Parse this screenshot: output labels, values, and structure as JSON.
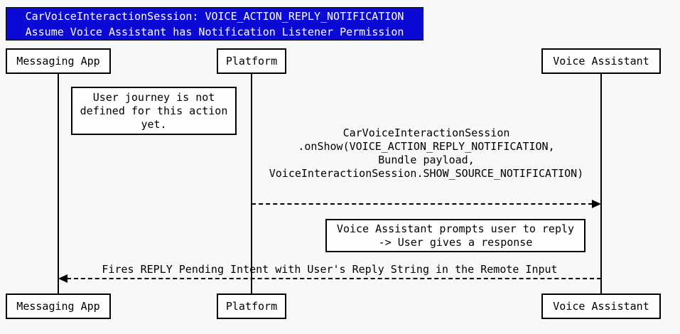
{
  "title": {
    "lines": [
      "CarVoiceInteractionSession: VOICE_ACTION_REPLY_NOTIFICATION",
      "Assume Voice Assistant has Notification Listener Permission"
    ]
  },
  "actors": {
    "messaging_app": "Messaging App",
    "platform": "Platform",
    "voice_assistant": "Voice Assistant"
  },
  "notes": {
    "note1": "User journey is not defined for this action yet.",
    "note2_lines": [
      "Voice Assistant prompts user to reply",
      "-> User gives a response"
    ]
  },
  "messages": {
    "msg1_lines": [
      "CarVoiceInteractionSession",
      ".onShow(VOICE_ACTION_REPLY_NOTIFICATION,",
      "Bundle payload,",
      "VoiceInteractionSession.SHOW_SOURCE_NOTIFICATION)"
    ],
    "msg2": "Fires REPLY Pending Intent with User's Reply String in the Remote Input"
  },
  "colors": {
    "title_bg": "#0a0ad4",
    "title_text": "#ffffff",
    "box_bg": "#fefefe",
    "page_bg": "#f8f8f8",
    "line": "#000000"
  }
}
